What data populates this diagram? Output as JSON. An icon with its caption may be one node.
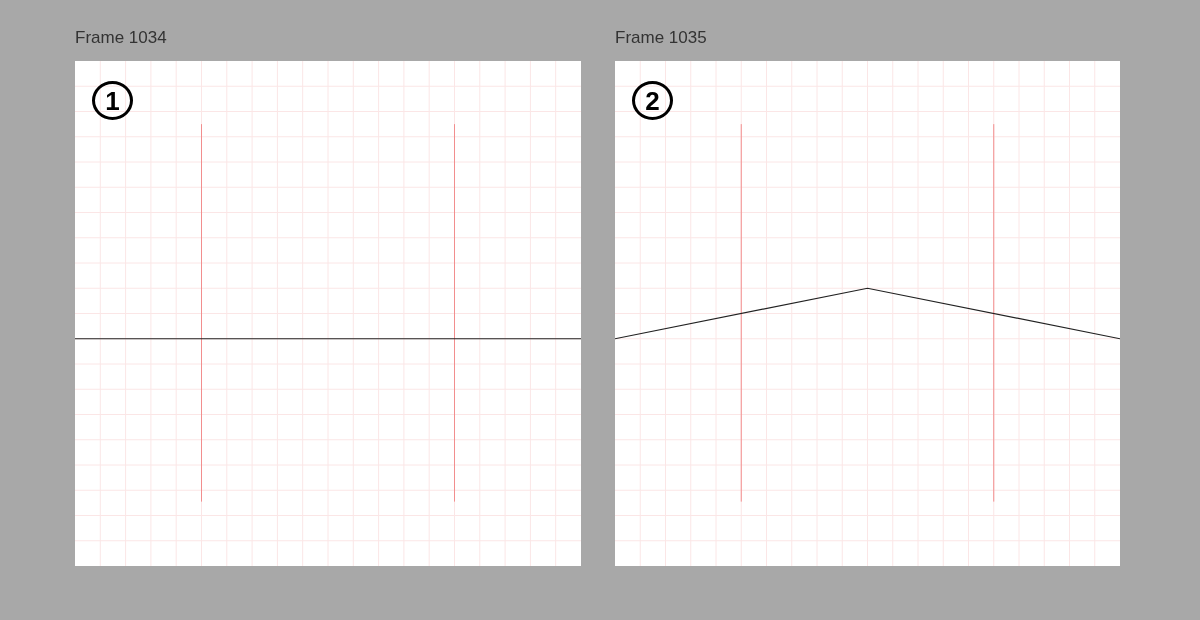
{
  "diagram": {
    "nodes": [
      {
        "text": [
          "Frame 1034",
          "1"
        ]
      },
      {
        "text": [
          "Frame 1035",
          "2"
        ]
      }
    ]
  }
}
